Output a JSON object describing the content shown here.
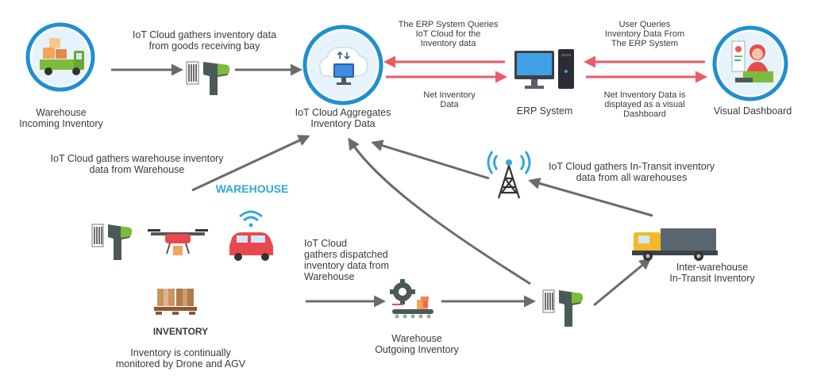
{
  "colors": {
    "arrow_gray": "#6b6b6b",
    "arrow_red": "#ec5967",
    "accent_blue": "#34a9d9",
    "circle_blue": "#1f8fd1"
  },
  "nodes": {
    "warehouse_incoming": {
      "line1": "Warehouse",
      "line2": "Incoming Inventory",
      "icon": "delivery-truck-icon"
    },
    "iot_cloud": {
      "line1": "IoT Cloud Aggregates",
      "line2": "Inventory Data",
      "icon": "cloud-computer-icon"
    },
    "erp_system": {
      "label": "ERP System",
      "icon": "desktop-computer-icon"
    },
    "visual_dashboard": {
      "label": "Visual Dashboard",
      "icon": "dashboard-user-icon"
    },
    "warehouse_title": "WAREHOUSE",
    "inventory_title": "INVENTORY",
    "inventory_caption": {
      "line1": "Inventory is continually",
      "line2": "monitored by Drone and AGV"
    },
    "outgoing": {
      "line1": "Warehouse",
      "line2": "Outgoing Inventory",
      "icon": "conveyor-gear-icon"
    },
    "in_transit": {
      "line1": "Inter-warehouse",
      "line2": "In-Transit Inventory",
      "icon": "cargo-truck-icon"
    }
  },
  "flows": {
    "receiving_bay": {
      "line1": "IoT Cloud gathers inventory data",
      "line2": "from goods receiving bay"
    },
    "erp_queries": {
      "line1": "The ERP System Queries",
      "line2": "IoT Cloud for the",
      "line3": "Inventory data"
    },
    "net_inventory": {
      "line1": "Net Inventory",
      "line2": "Data"
    },
    "user_queries": {
      "line1": "User Queries",
      "line2": "Inventory Data From",
      "line3": "The ERP System"
    },
    "net_displayed": {
      "line1": "Net Inventory Data is",
      "line2": "displayed as a visual",
      "line3": "Dashboard"
    },
    "warehouse_gather": {
      "line1": "IoT Cloud gathers warehouse inventory",
      "line2": "data from Warehouse"
    },
    "in_transit_gather": {
      "line1": "IoT Cloud gathers In-Transit inventory",
      "line2": "data from all warehouses"
    },
    "dispatched": {
      "line1": "IoT Cloud",
      "line2": "gathers dispatched",
      "line3": "inventory data from",
      "line4": "Warehouse"
    }
  }
}
